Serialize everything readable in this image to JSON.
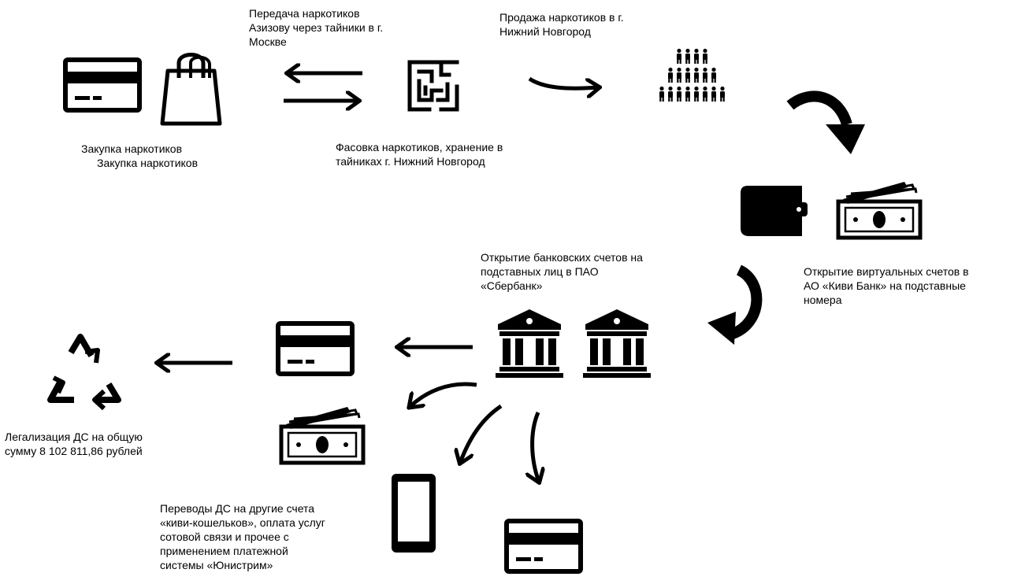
{
  "labels": {
    "purchase": [
      "Закупка наркотиков",
      "Закупка наркотиков"
    ],
    "transfer_moscow": [
      "Передача наркотиков",
      "Азизову через тайники в г.",
      "Москве"
    ],
    "sale_nn": [
      "Продажа наркотиков в г.",
      "Нижний Новгород"
    ],
    "packaging": [
      "Фасовка наркотиков, хранение в",
      "тайниках г. Нижний Новгород"
    ],
    "bank_accounts": [
      "Открытие банковских счетов на",
      "подставных лиц в ПАО",
      "«Сбербанк»"
    ],
    "virtual_accounts": [
      "Открытие виртуальных счетов в",
      "АО «Киви Банк» на подставные",
      "номера"
    ],
    "legalization": [
      "Легализация ДС на общую",
      "сумму 8 102 811,86 рублей"
    ],
    "transfers": [
      "Переводы ДС на другие счета",
      "«киви-кошельков», оплата услуг",
      "сотовой связи и прочее с",
      "применением платежной",
      "системы «Юнистрим»"
    ]
  },
  "icons": [
    "credit-card-icon",
    "shopping-bag-icon",
    "maze-icon",
    "crowd-icon",
    "wallet-icon",
    "cash-icon",
    "bank-icon",
    "recycle-icon",
    "smartphone-icon"
  ],
  "colors": {
    "ink": "#000000",
    "background": "#ffffff"
  }
}
